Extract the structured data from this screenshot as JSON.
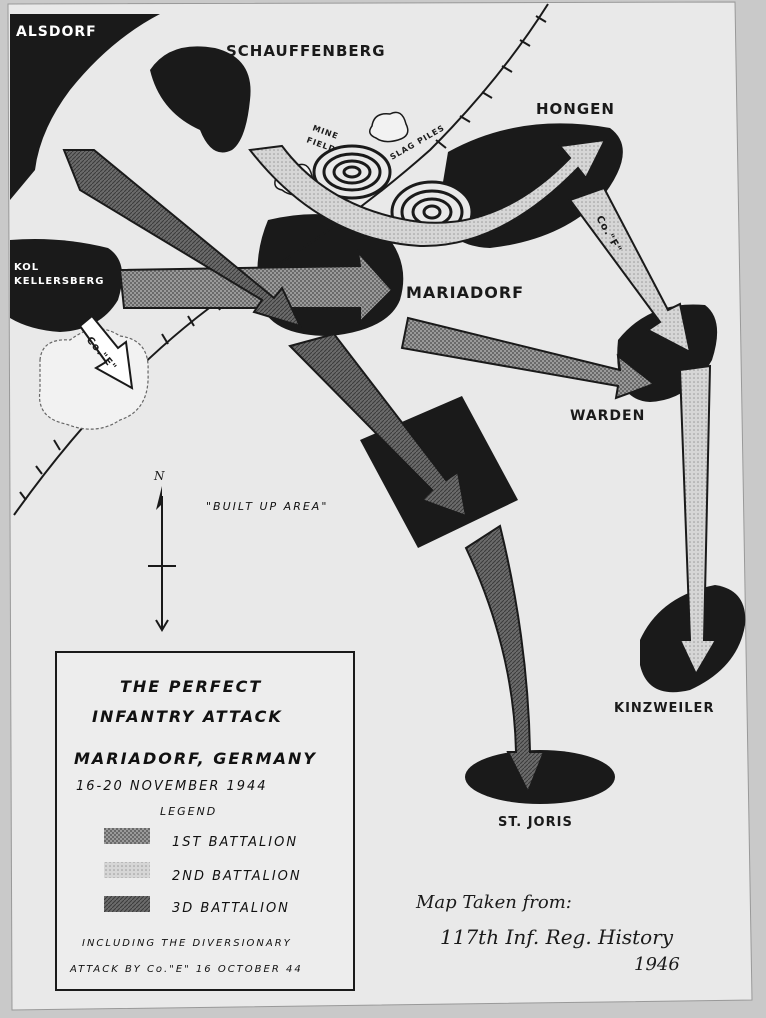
{
  "places": {
    "alsdorf": "ALSDORF",
    "schauffenberg": "SCHAUFFENBERG",
    "hongen": "HONGEN",
    "kellersberg_1": "KOL",
    "kellersberg_2": "KELLERSBERG",
    "mariadorf": "MARIADORF",
    "warden": "WARDEN",
    "kinzweiler": "KINZWEILER",
    "st_joris": "ST. JORIS"
  },
  "annotations": {
    "mine_field_1": "MINE",
    "mine_field_2": "FIELD",
    "slag_piles": "SLAG PILES",
    "built_up_area": "\"BUILT UP AREA\"",
    "co_e": "Co.\"E\"",
    "co_f": "Co.\"F\"",
    "north": "N"
  },
  "legend": {
    "title_1": "THE PERFECT",
    "title_2": "INFANTRY ATTACK",
    "place": "MARIADORF, GERMANY",
    "dates": "16-20 NOVEMBER 1944",
    "heading": "LEGEND",
    "items": [
      {
        "label": "1ST BATTALION",
        "pattern": "checker"
      },
      {
        "label": "2ND BATTALION",
        "pattern": "dots"
      },
      {
        "label": "3D BATTALION",
        "pattern": "dark-hatch"
      }
    ],
    "note_1": "INCLUDING THE DIVERSIONARY",
    "note_2": "ATTACK BY Co.\"E\"  16 OCTOBER 44"
  },
  "source_note": {
    "line_1": "Map Taken from:",
    "line_2": "117th Inf. Reg. History",
    "line_3": "1946"
  },
  "colors": {
    "paper": "#e9e9e9",
    "ink": "#1a1a1a",
    "battalion_1": "#8e8e8e",
    "battalion_2": "#d4d4d4",
    "battalion_3": "#6a6a6a"
  }
}
